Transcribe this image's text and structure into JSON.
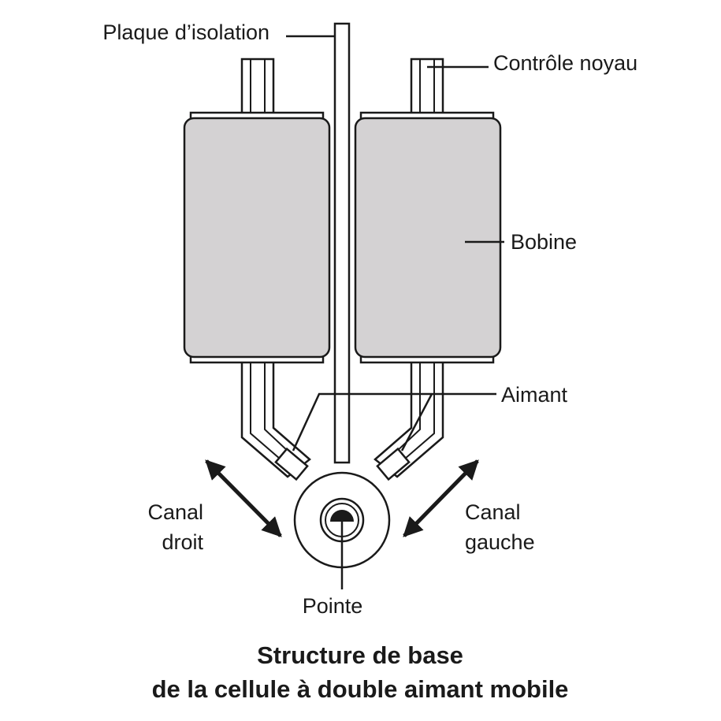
{
  "labels": {
    "plaque": "Plaque d’isolation",
    "controle": "Contrôle noyau",
    "bobine": "Bobine",
    "aimant": "Aimant",
    "canal_droit_1": "Canal",
    "canal_droit_2": "droit",
    "canal_gauche_1": "Canal",
    "canal_gauche_2": "gauche",
    "pointe": "Pointe"
  },
  "caption": {
    "line1": "Structure de base",
    "line2": "de la cellule à double aimant mobile"
  },
  "colors": {
    "coil_fill": "#d4d2d3",
    "line": "#1a1a1a",
    "background": "#ffffff"
  }
}
